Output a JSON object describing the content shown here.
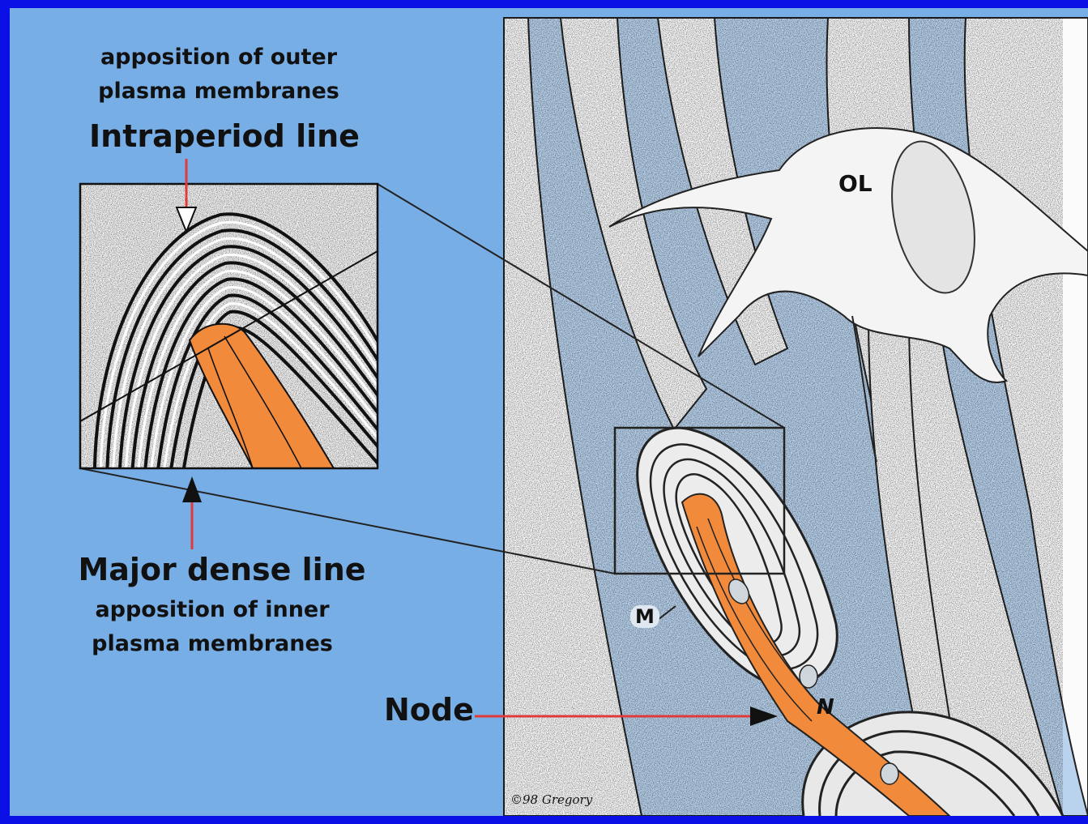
{
  "labels": {
    "outer_line1": "apposition of outer",
    "outer_line2": "plasma membranes",
    "intraperiod": "Intraperiod line",
    "major_dense": "Major dense line",
    "inner_line1": "apposition of inner",
    "inner_line2": "plasma membranes",
    "node": "Node",
    "ol": "OL",
    "m": "M",
    "n": "N",
    "signature": "©98 Gregory"
  },
  "colors": {
    "border": "#0b10e6",
    "left_background": "#78aee6",
    "right_background": "#b9d3ee",
    "axon": "#f28a3c",
    "arrow_shaft": "#e03a3a",
    "myelin_fill": "#ffffff"
  }
}
